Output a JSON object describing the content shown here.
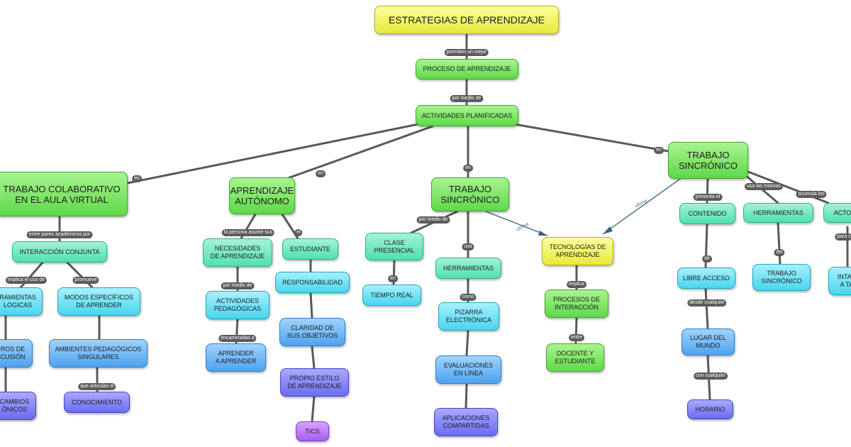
{
  "diagram": {
    "title": "ESTRATEGIAS DE APRENDIZAJE",
    "nodes": {
      "estrategias": "ESTRATEGIAS DE APRENDIZAJE",
      "proceso": "PROCESO DE APRENDIZAJE",
      "actividades": "ACTIVIDADES PLANIFICADAS",
      "colaborativo": "TRABAJO COLABORATIVO\nEN EL AULA VIRTUAL",
      "autonomo": "APRENDIZAJE\nAUTÓNOMO",
      "sincronico_mid": "TRABAJO\nSINCRÓNICO",
      "sincronico_right": "TRABAJO\nSINCRÓNICO",
      "interaccion_conjunta": "INTERACCIÓN CONJUNTA",
      "herramientas_tec": "RAMIENTAS\nLÓGICAS",
      "modos": "MODOS ESPECÍFICOS\nDE APRENDER",
      "foros": "ROS DE\nCUSIÓN",
      "ambientes": "AMBIENTES PEDAGÓGICOS\nSINGULARES",
      "intercambios": "CAMBIOS\nÓNICOS",
      "conocimiento": "CONOCIMIENTO",
      "necesidades": "NECESIDADES\nDE APRENDIZAJE",
      "estudiante": "ESTUDIANTE",
      "actividades_ped": "ACTIVIDADES\nPEDAGÓGICAS",
      "responsabilidad": "RESPONSABILIDAD",
      "aprender": "APRENDER\nA APRENDER",
      "claridad": "CLARIDAD DE\nSUS OBJETIVOS",
      "estilo": "PROPIO ESTILO\nDE APRENDIZAJE",
      "tics": "TICS",
      "clase": "CLASE\nPRESENCIAL",
      "tiempo_real": "TIEMPO REAL",
      "herramientas_mid": "HERRAMIENTAS",
      "pizarra": "PIZARRA\nELECTRÓNICA",
      "evaluaciones": "EVALUACIONES\nEN LÍNEA",
      "aplicaciones": "APLICACIONES\nCOMPARTIDAS",
      "tecnologias": "TECNOLOGÍAS DE\nAPRENDIZAJE",
      "procesos": "PROCESOS DE\nINTERACCIÓN",
      "docente": "DOCENTE Y\nESTUDIANTE",
      "contenido": "CONTENIDO",
      "herramientas_right": "HERRAMIENTAS",
      "actos": "ACTOS",
      "libre": "LIBRE ACCESO",
      "trabajo_sinc_small": "TRABAJO\nSINCRÓNICO",
      "intan": "INTAN\nA TA",
      "lugar": "LUGAR DEL\nMUNDO",
      "horario": "HORARIO"
    },
    "links": {
      "permiten": "permiten un mejor",
      "por_medio_de": "por medio de",
      "en_left": "en",
      "en_autonomo": "en",
      "en_mid": "en",
      "en_right": "en",
      "entre_pares": "entre pares académicos por",
      "implica_uso": "implica el uso de",
      "promueve": "promueve",
      "que_articulan": "que articulan el",
      "persona_asume": "la persona asume sus",
      "el": "el",
      "por_medio_de_ap": "por medio de",
      "encaminadas": "encaminadas a",
      "por_medio_de_ts": "por medio de",
      "en_tr": "en",
      "usa": "usa",
      "como": "como",
      "ultima_mid": "ultima",
      "ultima_right": "ultima",
      "implica": "implica",
      "entre": "entre",
      "presenta": "presenta el",
      "usa_mismas": "usa las mismas",
      "acumula": "acumula los",
      "para": "para c",
      "de": "de",
      "del": "del",
      "desde": "desde cualquier",
      "con": "con cualquier"
    }
  }
}
